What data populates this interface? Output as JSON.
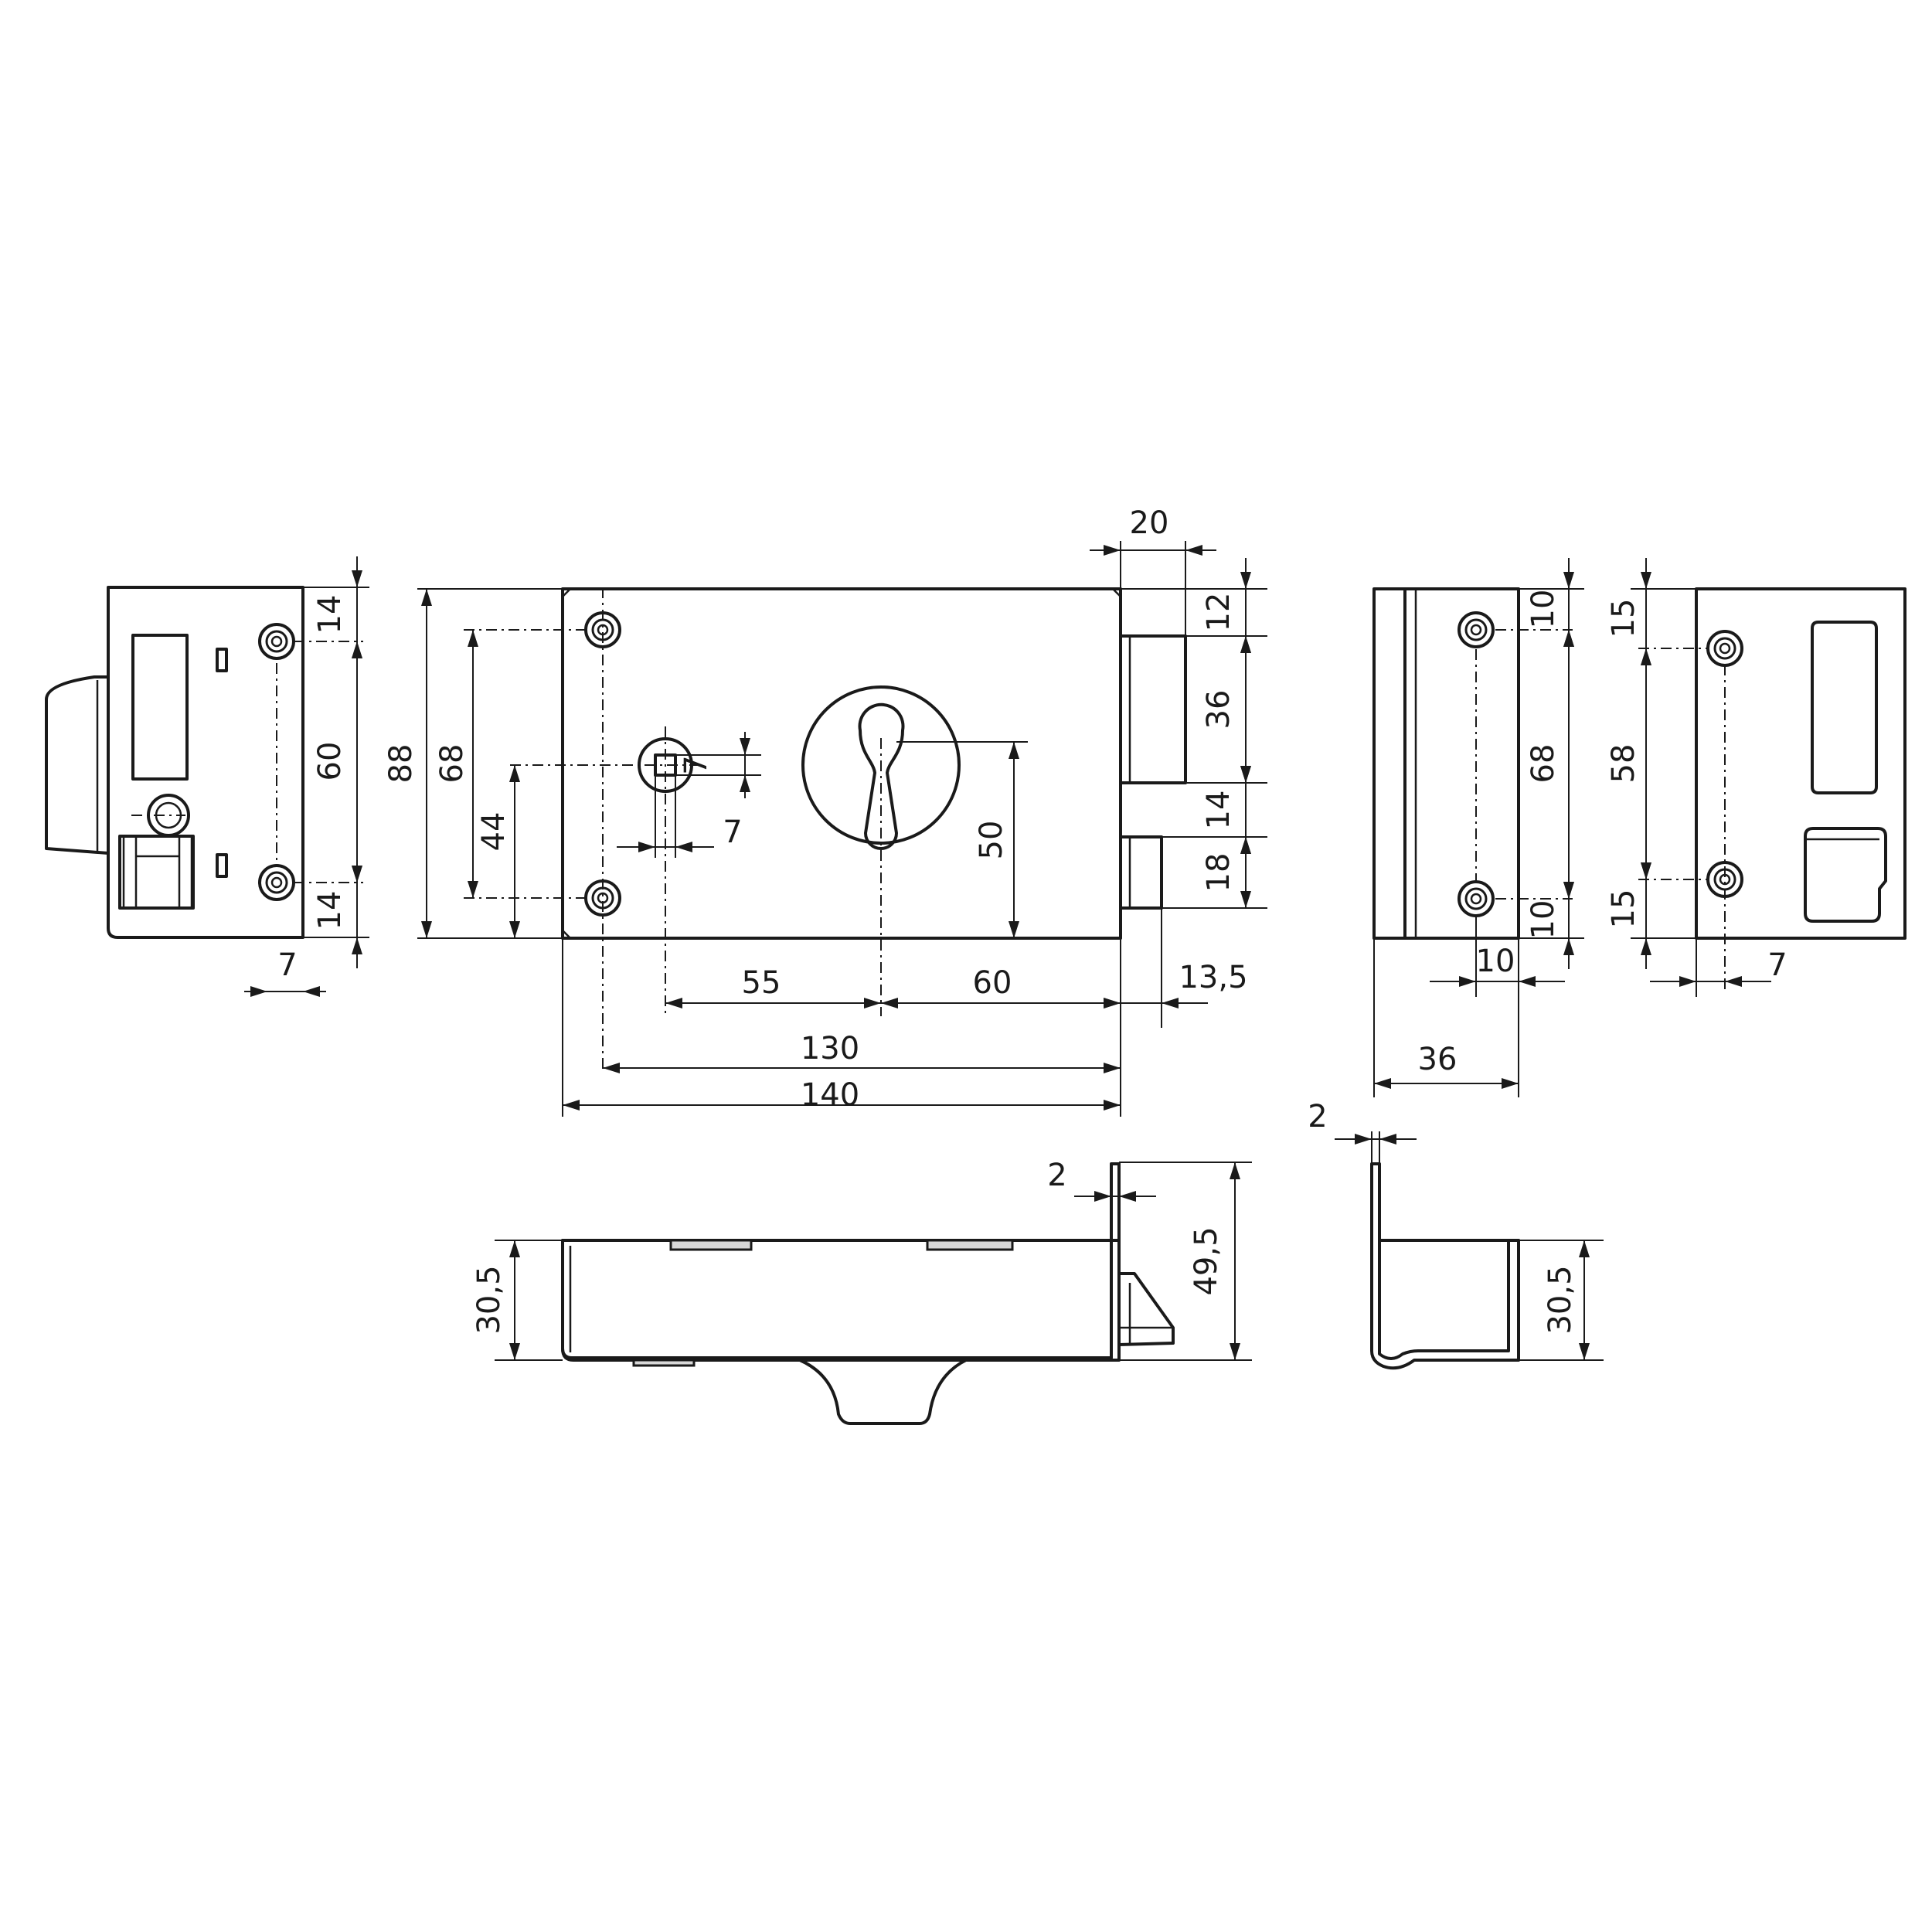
{
  "colors": {
    "line": "#1a1a1a",
    "background": "#ffffff",
    "hatch": "#d8d8d8"
  },
  "views": {
    "left_side": {
      "dims": {
        "top_offset": "14",
        "hole_spacing": "60",
        "bottom_offset": "14",
        "edge_offset": "7"
      }
    },
    "front": {
      "dims": {
        "height": "88",
        "hole_spacing_v": "68",
        "follower_height": "44",
        "follower_square": "7",
        "follower_offset": "7",
        "cylinder_height": "50",
        "bolt_width": "20",
        "bolt_top": "12",
        "bolt_height": "36",
        "latch_gap": "14",
        "latch_height": "18",
        "backset_follower": "55",
        "backset_cylinder": "60",
        "bolt_projection": "13,5",
        "hole_spacing_h": "130",
        "width": "140"
      }
    },
    "keeper_side": {
      "dims": {
        "top_offset": "10",
        "hole_spacing": "68",
        "bottom_offset": "10",
        "edge_offset": "10",
        "depth": "36"
      }
    },
    "keeper_front": {
      "dims": {
        "top_offset": "15",
        "hole_spacing": "58",
        "bottom_offset": "15",
        "edge_offset": "7"
      }
    },
    "bottom": {
      "dims": {
        "plate_thickness": "2",
        "total_height": "49,5",
        "case_height": "30,5"
      }
    },
    "keeper_bottom": {
      "dims": {
        "plate_thickness": "2",
        "case_height": "30,5"
      }
    }
  }
}
